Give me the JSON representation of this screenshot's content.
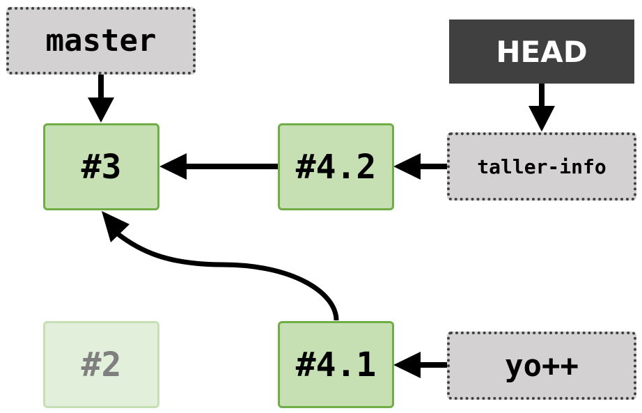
{
  "refs": {
    "master": "master",
    "head": "HEAD",
    "taller_info": "taller-info",
    "yo": "yo++"
  },
  "commits": {
    "c3": "#3",
    "c42": "#4.2",
    "c41": "#4.1",
    "c2": "#2"
  },
  "colors": {
    "ref_fill": "#d3d1d2",
    "ref_border": "#404040",
    "commit_fill": "#c6e0b4",
    "commit_border": "#70ad47",
    "faded_fill": "#e2efda",
    "faded_text": "#7f7f7f",
    "head_fill": "#404040"
  }
}
